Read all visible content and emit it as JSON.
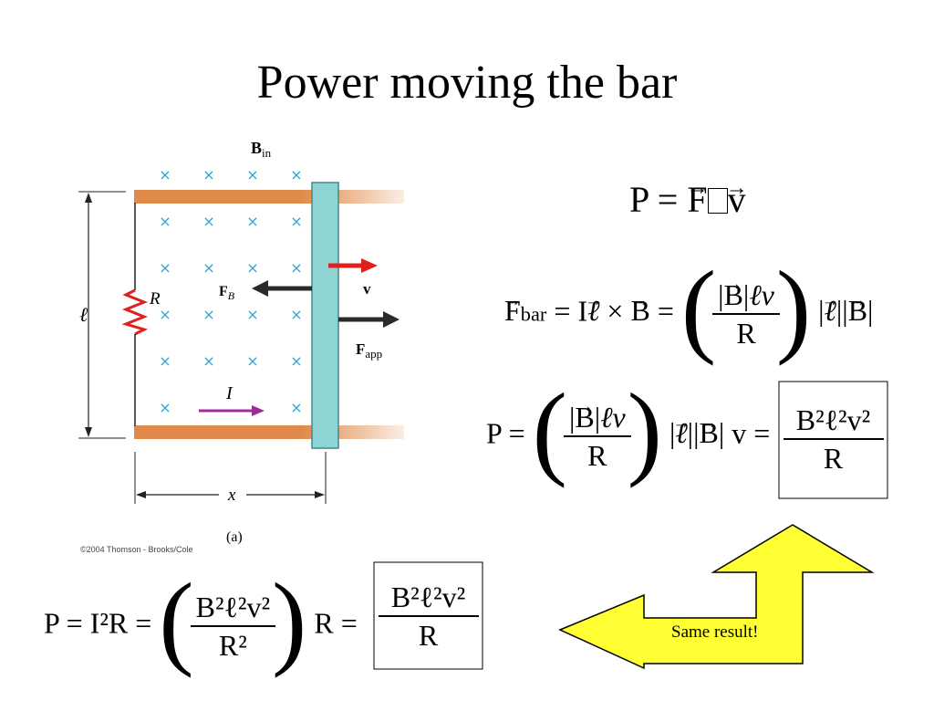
{
  "slide": {
    "title": "Power moving the bar"
  },
  "figure": {
    "field_label_main": "B",
    "field_label_sub": "in",
    "resistor_label": "R",
    "length_label": "ℓ",
    "force_b_main": "F",
    "force_b_sub": "B",
    "velocity_label": "v",
    "force_app_main": "F",
    "force_app_sub": "app",
    "current_label": "I",
    "position_label": "x",
    "panel_label": "(a)",
    "credit": "©2004 Thomson - Brooks/Cole",
    "cross_symbol": "×"
  },
  "equations": {
    "power_def_P": "P",
    "power_def_eq": "=",
    "power_def_F": "F",
    "power_def_dot": "",
    "power_def_v": "v",
    "fbar_F": "F",
    "fbar_sub": "bar",
    "fbar_rhs1": "= I",
    "fbar_l": "ℓ",
    "fbar_times": "×",
    "fbar_B": "B",
    "fbar_eq2": "=",
    "fbar_num_B": "B",
    "fbar_num_lv": "ℓv",
    "fbar_den": "R",
    "fbar_abs_l": "ℓ",
    "fbar_abs_B": "B",
    "p2_lhs": "P =",
    "p2_num_B": "B",
    "p2_num_lv": "ℓv",
    "p2_den": "R",
    "p2_abs_l": "ℓ",
    "p2_abs_B": "B",
    "p2_v": "v =",
    "result_num": "B²ℓ²v²",
    "result_den": "R",
    "p3_lhs": "P = I²R =",
    "p3_num": "B²ℓ²v²",
    "p3_den": "R²",
    "p3_mid": "R =",
    "p3_res_num": "B²ℓ²v²",
    "p3_res_den": "R"
  },
  "callout": {
    "text": "Same result!",
    "color": "#ffff33"
  },
  "colors": {
    "rail": "#e08a4a",
    "bar": "#8fd4d4",
    "cross": "#2aa6d6",
    "velocity_arrow": "#e02020",
    "current_arrow": "#a02a9a",
    "resistor": "#e02020"
  }
}
